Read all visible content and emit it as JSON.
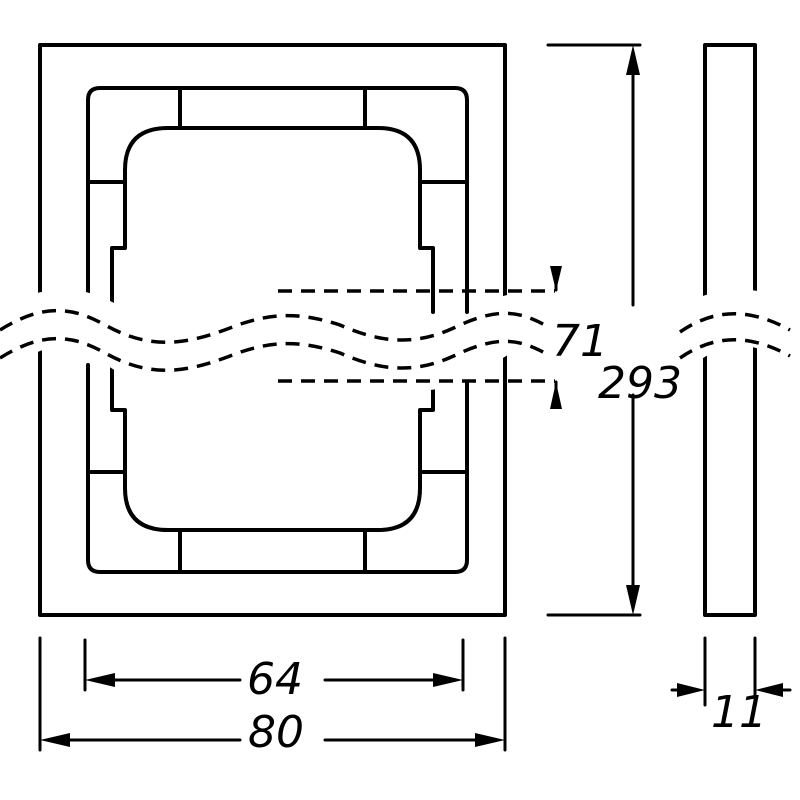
{
  "dimensions": {
    "outer_width": "80",
    "inner_width": "64",
    "height": "293",
    "break_gap": "71",
    "depth": "11"
  }
}
